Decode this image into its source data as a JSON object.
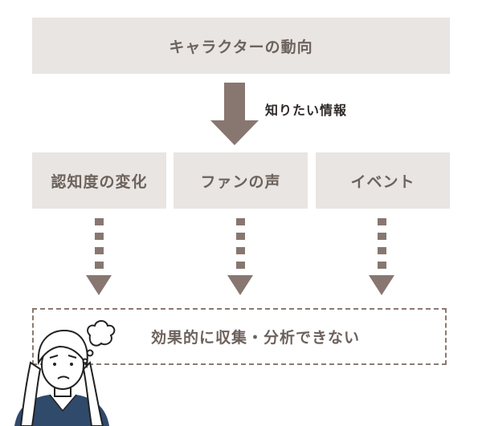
{
  "top_box": {
    "label": "キャラクターの動向"
  },
  "need_label": "知りたい情報",
  "sub_boxes": [
    {
      "label": "認知度の変化"
    },
    {
      "label": "ファンの声"
    },
    {
      "label": "イベント"
    }
  ],
  "result_box": {
    "label": "効果的に収集・分析できない"
  },
  "colors": {
    "box_fill": "#e8e5e2",
    "text": "#6d625c",
    "arrow": "#877770",
    "dash_border": "#8a7a72"
  },
  "icons": {
    "person": "worried-woman-icon",
    "thought": "thought-bubble-icon"
  }
}
